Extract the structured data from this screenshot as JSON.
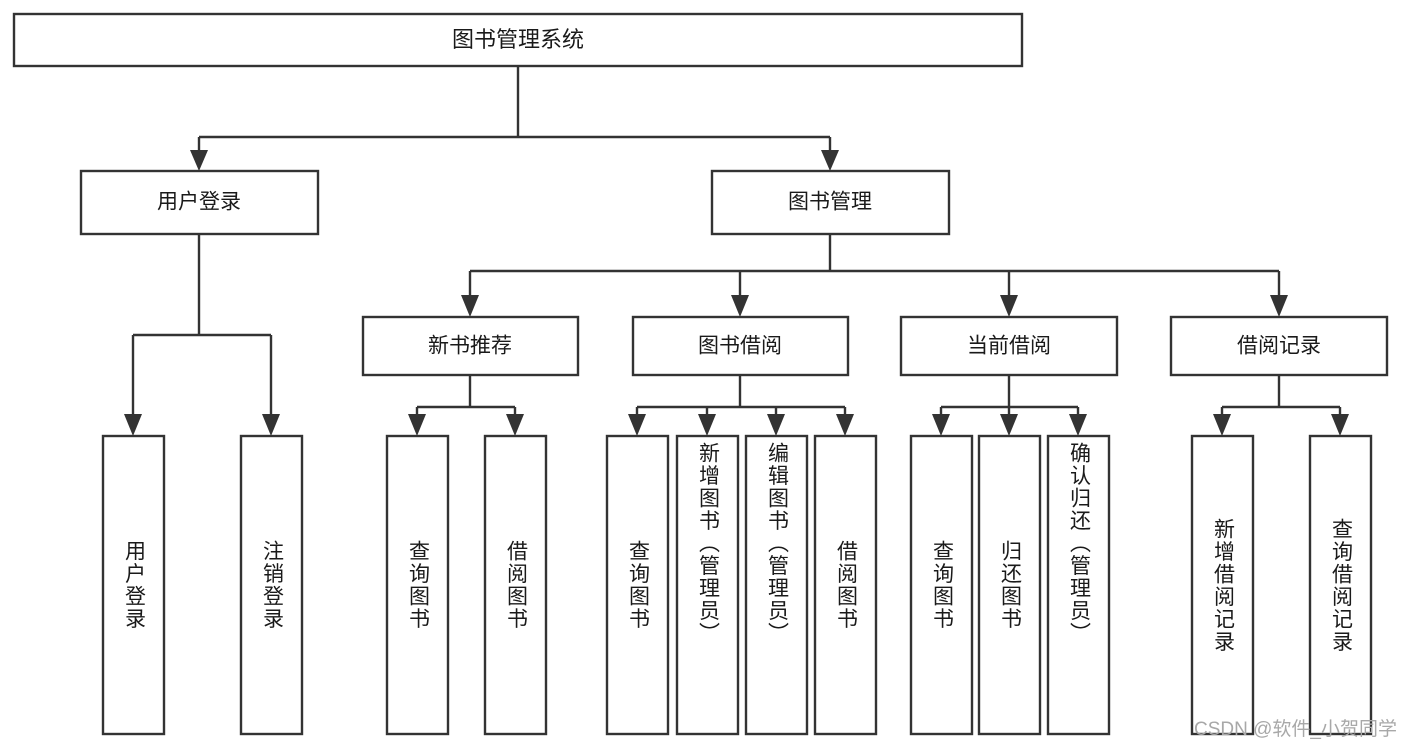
{
  "diagram": {
    "title": "图书管理系统",
    "type": "tree",
    "watermark": "CSDN @软件_小贺同学",
    "root": {
      "id": "root",
      "label": "图书管理系统"
    },
    "level2": [
      {
        "id": "user-login",
        "label": "用户登录"
      },
      {
        "id": "book-manage",
        "label": "图书管理"
      }
    ],
    "level3": [
      {
        "id": "new-book-recommend",
        "label": "新书推荐",
        "parent": "book-manage"
      },
      {
        "id": "book-borrow",
        "label": "图书借阅",
        "parent": "book-manage"
      },
      {
        "id": "current-borrow",
        "label": "当前借阅",
        "parent": "book-manage"
      },
      {
        "id": "borrow-record",
        "label": "借阅记录",
        "parent": "book-manage"
      }
    ],
    "leaves": [
      {
        "id": "leaf-user-login",
        "label": "用户登录",
        "parent": "user-login"
      },
      {
        "id": "leaf-user-logout",
        "label": "注销登录",
        "parent": "user-login"
      },
      {
        "id": "leaf-query-book-1",
        "label": "查询图书",
        "parent": "new-book-recommend"
      },
      {
        "id": "leaf-borrow-book-1",
        "label": "借阅图书",
        "parent": "new-book-recommend"
      },
      {
        "id": "leaf-query-book-2",
        "label": "查询图书",
        "parent": "book-borrow"
      },
      {
        "id": "leaf-add-book",
        "label": "新增图书（管理员）",
        "parent": "book-borrow"
      },
      {
        "id": "leaf-edit-book",
        "label": "编辑图书（管理员）",
        "parent": "book-borrow"
      },
      {
        "id": "leaf-borrow-book-2",
        "label": "借阅图书",
        "parent": "book-borrow"
      },
      {
        "id": "leaf-query-book-3",
        "label": "查询图书",
        "parent": "current-borrow"
      },
      {
        "id": "leaf-return-book",
        "label": "归还图书",
        "parent": "current-borrow"
      },
      {
        "id": "leaf-confirm-return",
        "label": "确认归还（管理员）",
        "parent": "current-borrow"
      },
      {
        "id": "leaf-add-record",
        "label": "新增借阅记录",
        "parent": "borrow-record"
      },
      {
        "id": "leaf-query-record",
        "label": "查询借阅记录",
        "parent": "borrow-record"
      }
    ],
    "colors": {
      "stroke": "#333333",
      "fill": "#ffffff",
      "text": "#1a1a1a",
      "watermark": "#a8a8a8",
      "background": "#ffffff"
    }
  }
}
